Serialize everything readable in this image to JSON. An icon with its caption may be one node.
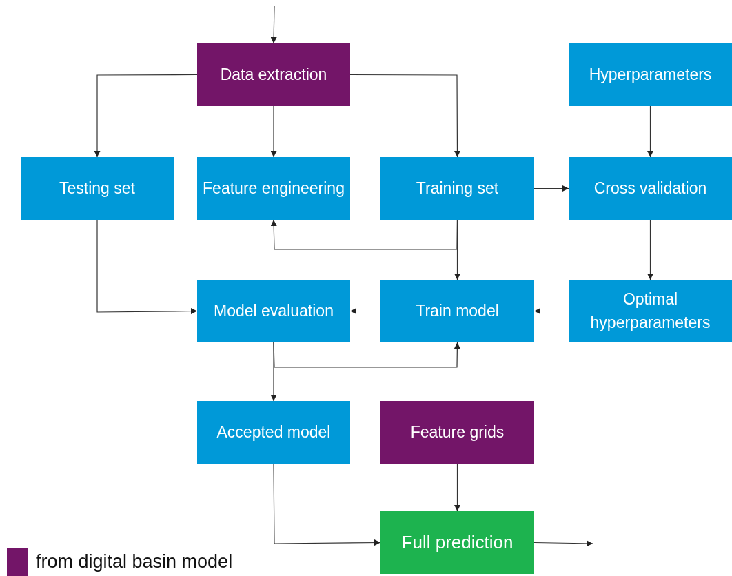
{
  "diagram": {
    "nodes": [
      {
        "text": [
          "Data extraction"
        ]
      },
      {
        "text": [
          "Hyperparameters"
        ]
      },
      {
        "text": [
          "Testing set"
        ]
      },
      {
        "text": [
          "Feature engineering"
        ]
      },
      {
        "text": [
          "Training set"
        ]
      },
      {
        "text": [
          "Cross validation"
        ]
      },
      {
        "text": [
          "Model evaluation"
        ]
      },
      {
        "text": [
          "Train model"
        ]
      },
      {
        "text": [
          "Optimal hyperparameters"
        ]
      },
      {
        "text": [
          "Accepted model"
        ]
      },
      {
        "text": [
          "Feature grids"
        ]
      },
      {
        "text": [
          "Full prediction"
        ]
      }
    ],
    "edges": [
      {
        "from": null,
        "to": 0,
        "arrow": "to"
      },
      {
        "from": 0,
        "to": 2,
        "arrow": "to"
      },
      {
        "from": 0,
        "to": 3,
        "arrow": "to"
      },
      {
        "from": 0,
        "to": 4,
        "arrow": "to"
      },
      {
        "from": 1,
        "to": 5,
        "arrow": "to"
      },
      {
        "from": 4,
        "to": 5,
        "arrow": "to"
      },
      {
        "from": 4,
        "to": 7,
        "arrow": "to"
      },
      {
        "from": 4,
        "to": 3,
        "arrow": "to"
      },
      {
        "from": 5,
        "to": 8,
        "arrow": "to"
      },
      {
        "from": 8,
        "to": 7,
        "arrow": "to"
      },
      {
        "from": 7,
        "to": 6,
        "arrow": "to"
      },
      {
        "from": 2,
        "to": 6,
        "arrow": "to"
      },
      {
        "from": 6,
        "to": 9,
        "arrow": "to"
      },
      {
        "from": 6,
        "to": 7,
        "arrow": "to"
      },
      {
        "from": 9,
        "to": 11,
        "arrow": "to"
      },
      {
        "from": 10,
        "to": 11,
        "arrow": "to"
      },
      {
        "from": 11,
        "to": null,
        "arrow": "to"
      }
    ],
    "legend": [
      {
        "text": "from digital basin model",
        "color": "#731568"
      }
    ]
  }
}
